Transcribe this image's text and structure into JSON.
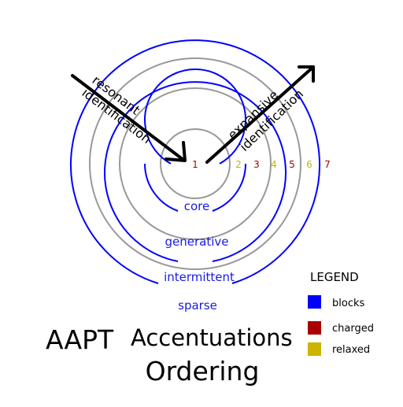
{
  "title": {
    "line1_left": "AAPT",
    "line1_right": "Accentuations",
    "line2": "Ordering"
  },
  "arrows": {
    "left_line1": "resonant",
    "left_line2": "identification",
    "right_line1": "expansive",
    "right_line2": "identification"
  },
  "ring_labels": [
    "core",
    "generative",
    "intermittent",
    "sparse"
  ],
  "numbers": [
    {
      "text": "1",
      "color": "#aa0000"
    },
    {
      "text": "2",
      "color": "#ccb400"
    },
    {
      "text": "3",
      "color": "#aa0000"
    },
    {
      "text": "4",
      "color": "#ccb400"
    },
    {
      "text": "5",
      "color": "#aa0000"
    },
    {
      "text": "6",
      "color": "#ccb400"
    },
    {
      "text": "7",
      "color": "#aa0000"
    }
  ],
  "legend": {
    "title": "LEGEND",
    "items": [
      {
        "label": "blocks",
        "color": "#0000ff"
      },
      {
        "label": "charged",
        "color": "#aa0000"
      },
      {
        "label": "relaxed",
        "color": "#ccb400"
      }
    ]
  },
  "colors": {
    "blue_ring": "#0000ff",
    "gray_ring": "#999999",
    "ring_text": "#1a1ae6",
    "arrow": "#000000"
  }
}
